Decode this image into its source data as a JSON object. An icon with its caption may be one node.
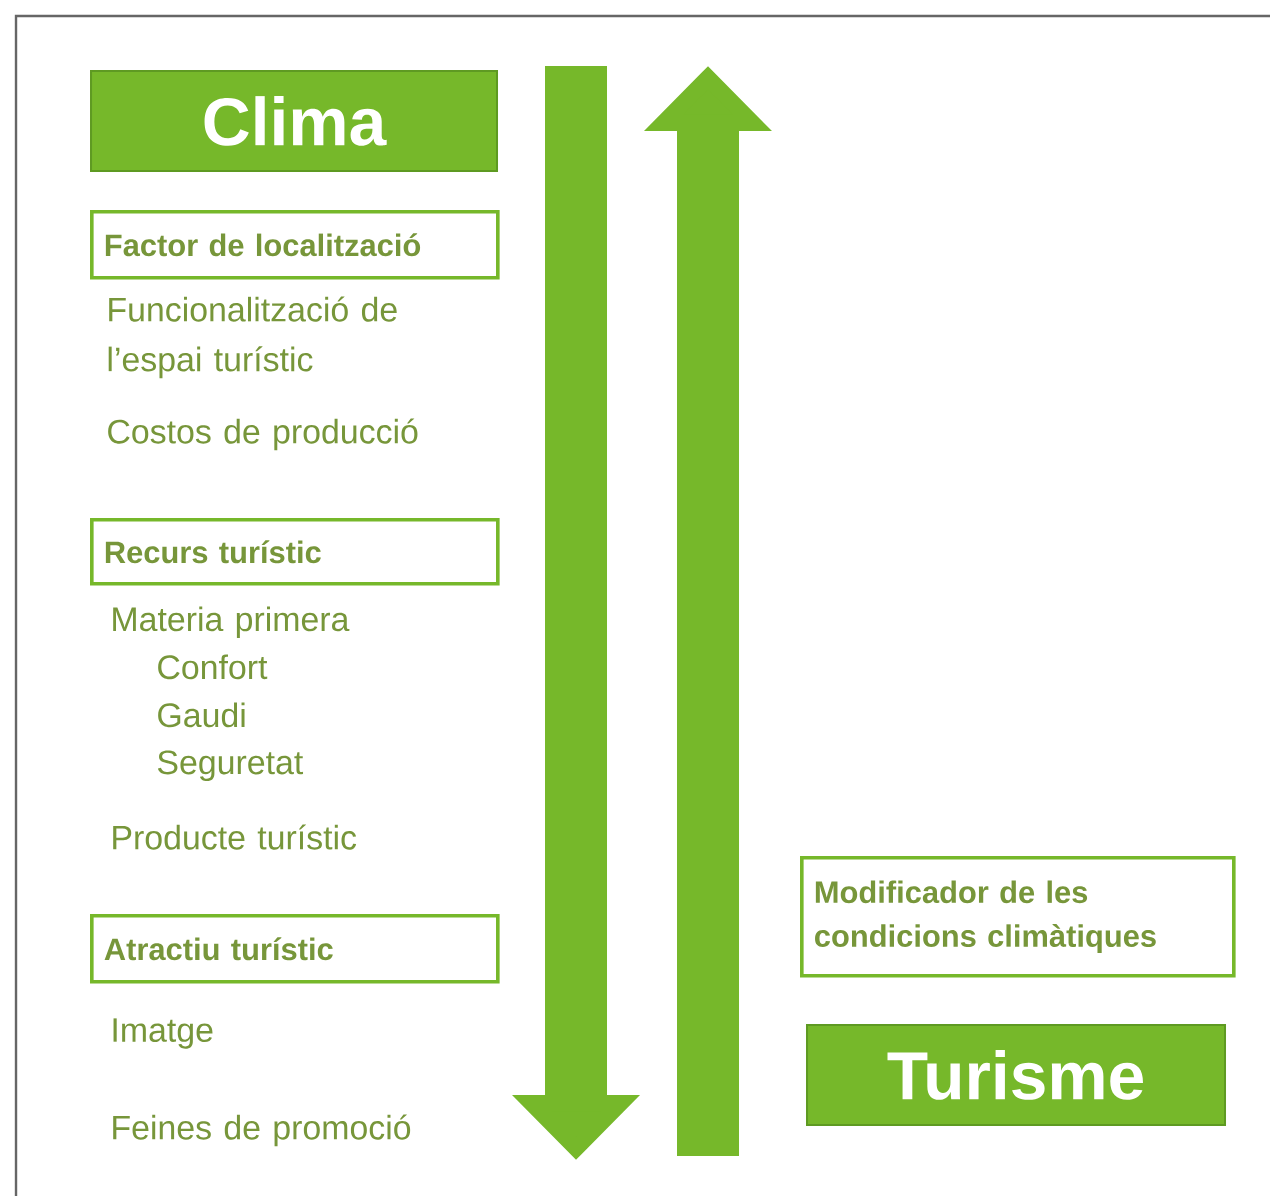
{
  "diagram": {
    "nodes": [
      {
        "text": [
          "Clima"
        ]
      },
      {
        "text": [
          "Factor de localització"
        ]
      },
      {
        "text": [
          "Recurs turístic"
        ]
      },
      {
        "text": [
          "Atractiu turístic"
        ]
      },
      {
        "text": [
          "Modificador de les condicions climàtiques"
        ]
      },
      {
        "text": [
          "Turisme"
        ]
      }
    ],
    "labels": [
      "Funcionalització de l’espai turístic",
      "Costos de producció",
      "Materia primera",
      "Confort",
      "Gaudi",
      "Seguretat",
      "Producte turístic",
      "Imatge",
      "Feines de promoció"
    ]
  }
}
